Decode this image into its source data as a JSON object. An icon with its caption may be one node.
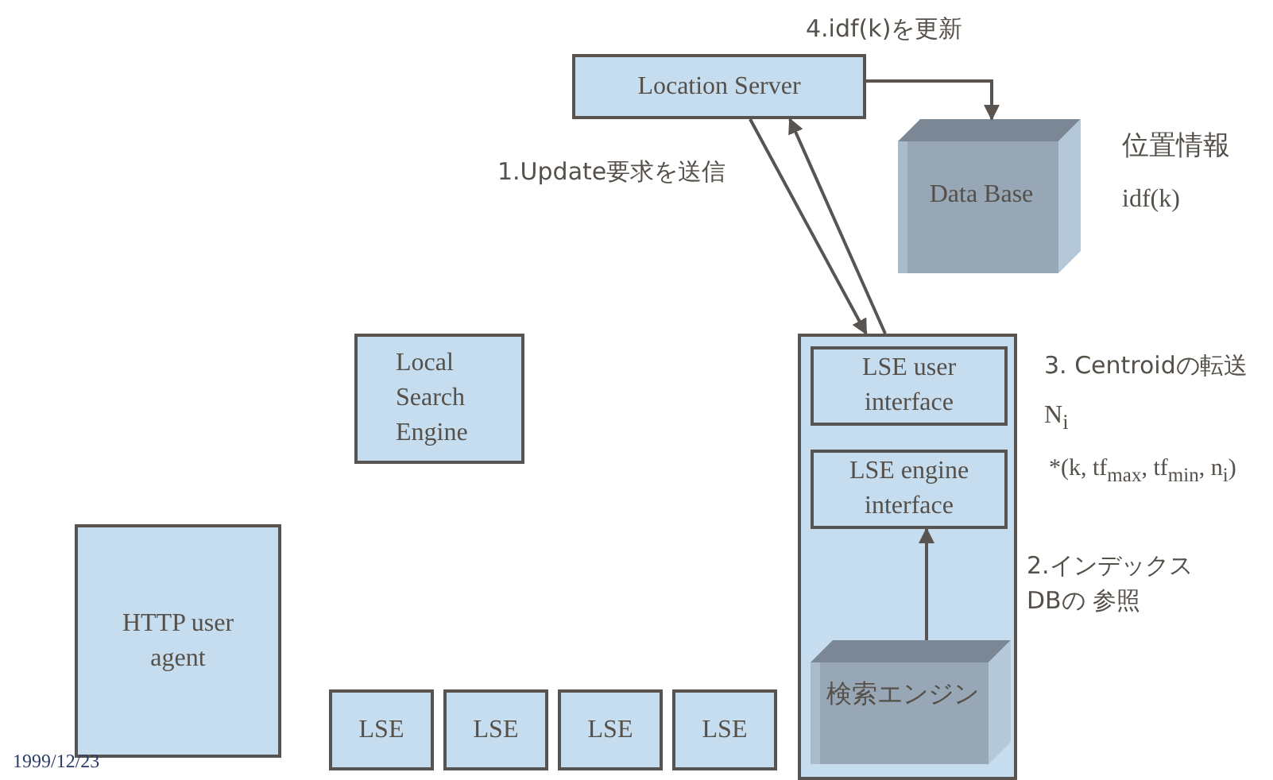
{
  "diagram": {
    "nodes": [
      {
        "text": [
          "Location Server"
        ]
      },
      {
        "text": [
          "Data Base"
        ],
        "beside": [
          "位置情報",
          "idf(k)"
        ]
      },
      {
        "text": [
          "Local Search Engine"
        ]
      },
      {
        "text": [],
        "shape": "box"
      },
      {
        "text": [
          "LSE user interface"
        ],
        "in": 3
      },
      {
        "text": [
          "LSE engine interface"
        ],
        "in": 3
      },
      {
        "text": [
          "検索エンジン"
        ],
        "in": 3
      },
      {
        "text": [
          "HTTP user agent"
        ]
      },
      {
        "text": [
          "LSE"
        ]
      },
      {
        "text": [
          "LSE"
        ]
      },
      {
        "text": [
          "LSE"
        ]
      },
      {
        "text": [
          "LSE"
        ]
      }
    ],
    "edges": [
      {
        "from": 0,
        "to": 1,
        "arrow": "to",
        "label": "4.idf(k)を更新"
      },
      {
        "from": 0,
        "to": 3,
        "arrow": "to",
        "label": "1.Update要求を送信"
      },
      {
        "from": 3,
        "to": 0,
        "arrow": "to"
      },
      {
        "from": 6,
        "to": 5,
        "arrow": "to",
        "label": "2.インデックス DBの 参照"
      }
    ],
    "labels": [
      "3. Centroidの転送",
      "N$_{i}$",
      "*(k, tf$_{max}$, tf$_{min}$, n$_{i}$)",
      "1999/12/23"
    ]
  }
}
